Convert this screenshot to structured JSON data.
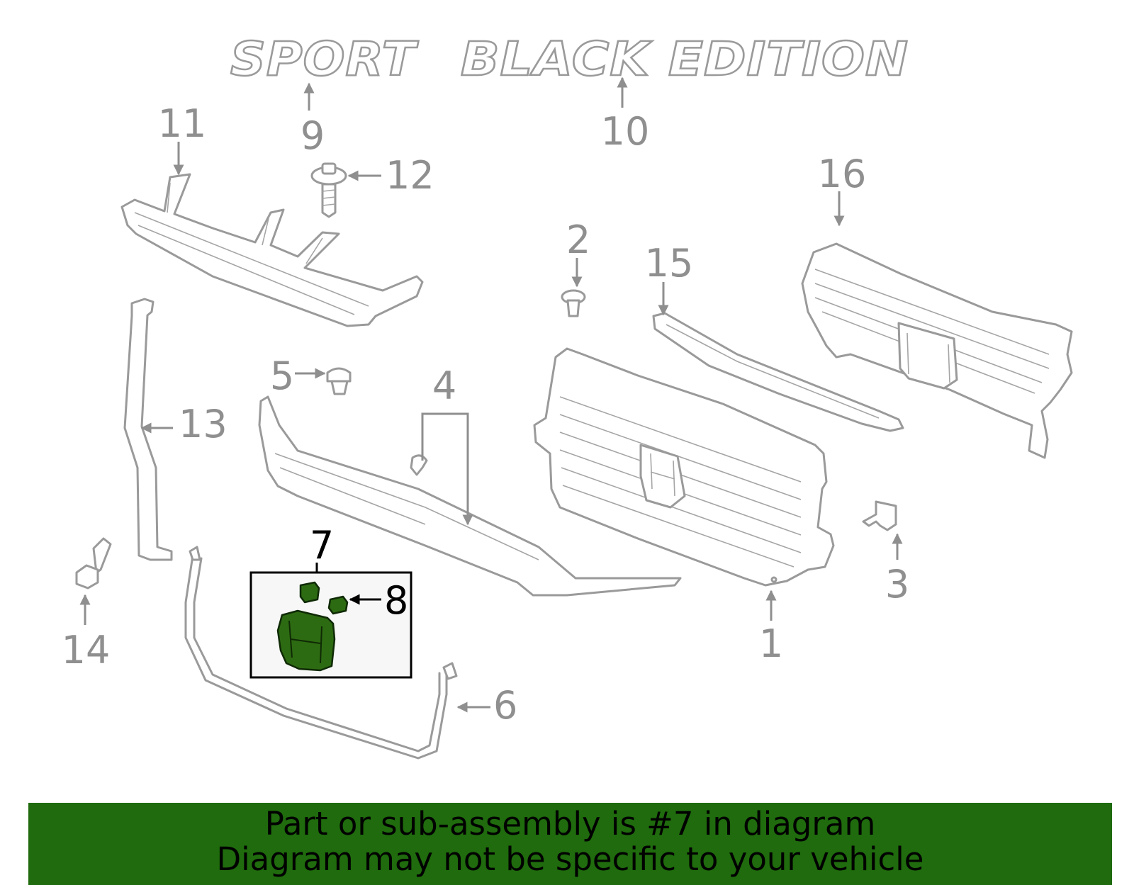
{
  "diagram": {
    "badges": {
      "sport": "SPORT",
      "black_edition": "BLACK EDITION"
    },
    "callouts": {
      "c1": "1",
      "c2": "2",
      "c3": "3",
      "c4": "4",
      "c5": "5",
      "c6": "6",
      "c7": "7",
      "c8": "8",
      "c9": "9",
      "c10": "10",
      "c11": "11",
      "c12": "12",
      "c13": "13",
      "c14": "14",
      "c15": "15",
      "c16": "16"
    },
    "highlighted_part": "7",
    "highlight_color": "#2d6b12"
  },
  "banner": {
    "line1": "Part or sub-assembly is #7 in diagram",
    "line2": "Diagram may not be specific to your vehicle",
    "color": "#1f6b0d"
  }
}
